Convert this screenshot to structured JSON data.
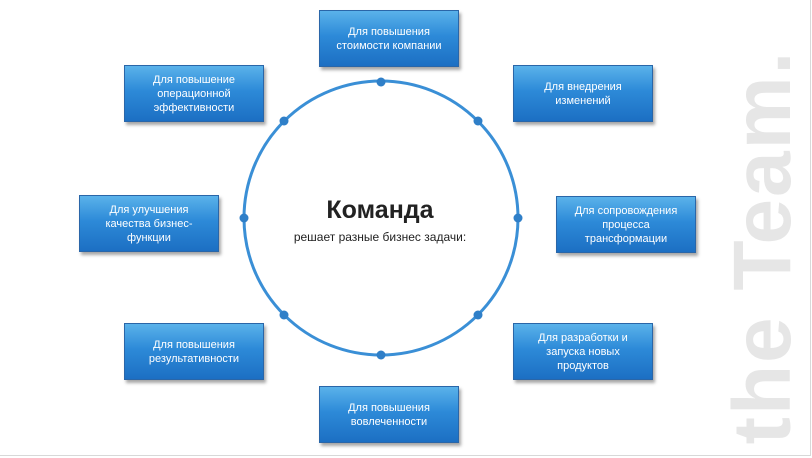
{
  "diagram": {
    "title": "Команда",
    "subtitle": "решает разные бизнес задачи:",
    "watermark": "the Team.",
    "accent_color": "#3a8fd6",
    "boxes": [
      "Для повышения стоимости компании",
      "Для внедрения изменений",
      "Для сопровождения процесса трансформации",
      "Для разработки и запуска новых продуктов",
      "Для повышения вовлеченности",
      "Для повышения результативности",
      "Для улучшения качества бизнес-функции",
      "Для повышение операционной эффективности"
    ]
  }
}
